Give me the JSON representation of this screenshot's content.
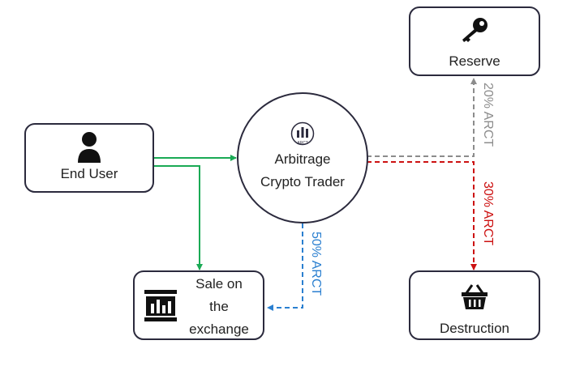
{
  "nodes": {
    "end_user": "End User",
    "trader_line1": "Arbitrage",
    "trader_line2": "Crypto Trader",
    "trader_logo_text": "ARCT",
    "reserve": "Reserve",
    "destruction": "Destruction",
    "sale_line1": "Sale on",
    "sale_line2": "the",
    "sale_line3": "exchange"
  },
  "flows": {
    "reserve_share": "20% ARCT",
    "destruction_share": "30% ARCT",
    "exchange_share": "50% ARCT"
  },
  "colors": {
    "user_flow": "#1aaa55",
    "reserve_flow": "#8c8c8c",
    "destruction_flow": "#cc1111",
    "exchange_flow": "#2a7fd0",
    "border": "#2b2a3d"
  }
}
